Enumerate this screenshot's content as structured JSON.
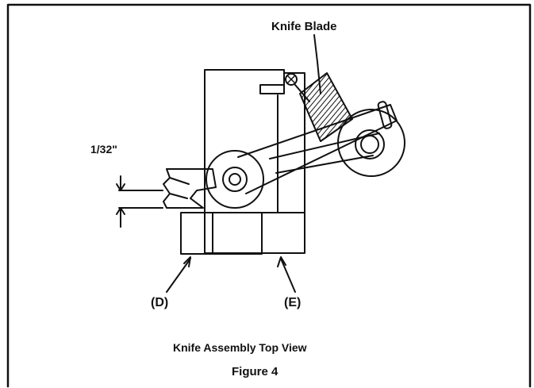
{
  "labels": {
    "knife_blade": "Knife Blade",
    "dimension": "1/32\"",
    "part_d": "(D)",
    "part_e": "(E)",
    "caption": "Knife Assembly Top View",
    "figure_number": "Figure 4"
  },
  "colors": {
    "line": "#111111",
    "background": "#ffffff"
  }
}
